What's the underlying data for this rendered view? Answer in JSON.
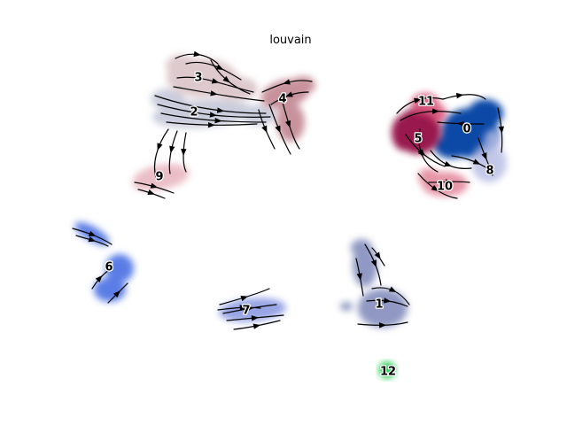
{
  "chart_data": {
    "type": "scatter",
    "title": "louvain",
    "xlabel": "",
    "ylabel": "",
    "grid": false,
    "axes_visible": false,
    "legend": "on data",
    "clusters": [
      {
        "label": "0",
        "color": "#003fa3"
      },
      {
        "label": "1",
        "color": "#7d87b9"
      },
      {
        "label": "2",
        "color": "#bec1d4"
      },
      {
        "label": "3",
        "color": "#d6bcc0"
      },
      {
        "label": "4",
        "color": "#bb7784"
      },
      {
        "label": "5",
        "color": "#8e063b"
      },
      {
        "label": "6",
        "color": "#4a6fe3"
      },
      {
        "label": "7",
        "color": "#8595e1"
      },
      {
        "label": "8",
        "color": "#b5bbe3"
      },
      {
        "label": "9",
        "color": "#e6afb9"
      },
      {
        "label": "10",
        "color": "#e07b91"
      },
      {
        "label": "11",
        "color": "#d33f6a"
      },
      {
        "label": "12",
        "color": "#11c638"
      }
    ]
  }
}
